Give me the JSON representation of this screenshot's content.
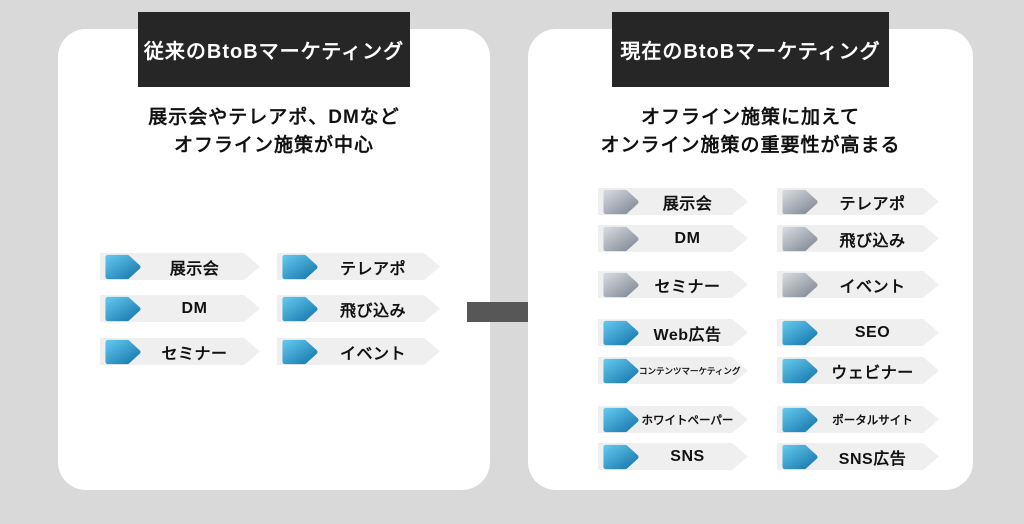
{
  "left_panel": {
    "header": "従来のBtoBマーケティング",
    "description": [
      "展示会やテレアポ、DMなど",
      "オフライン施策が中心"
    ],
    "tags": {
      "col1": [
        "展示会",
        "DM",
        "セミナー"
      ],
      "col2": [
        "テレアポ",
        "飛び込み",
        "イベント"
      ]
    }
  },
  "right_panel": {
    "header": "現在のBtoBマーケティング",
    "description": [
      "オフライン施策に加えて",
      "オンライン施策の重要性が高まる"
    ],
    "offline_tags": {
      "col1": [
        "展示会",
        "DM",
        "セミナー"
      ],
      "col2": [
        "テレアポ",
        "飛び込み",
        "イベント"
      ]
    },
    "online_tags": {
      "col1": [
        "Web広告",
        "コンテンツマーケティング",
        "ホワイトペーパー",
        "SNS"
      ],
      "col2": [
        "SEO",
        "ウェビナー",
        "ポータルサイト",
        "SNS広告"
      ]
    }
  },
  "icons": {
    "tag_icon": "pentagon-arrow-icon",
    "transition_icon": "right-arrow-icon"
  },
  "colors": {
    "page_background": "#d9d9d9",
    "panel_background": "#ffffff",
    "header_background": "#262626",
    "header_text": "#ffffff",
    "tag_background": "#efefef",
    "blue_icon_gradient": [
      "#5ec4ea",
      "#1878ad"
    ],
    "gray_icon_gradient": [
      "#d2d6db",
      "#818996"
    ],
    "arrow": "#575757",
    "text": "#111111"
  }
}
